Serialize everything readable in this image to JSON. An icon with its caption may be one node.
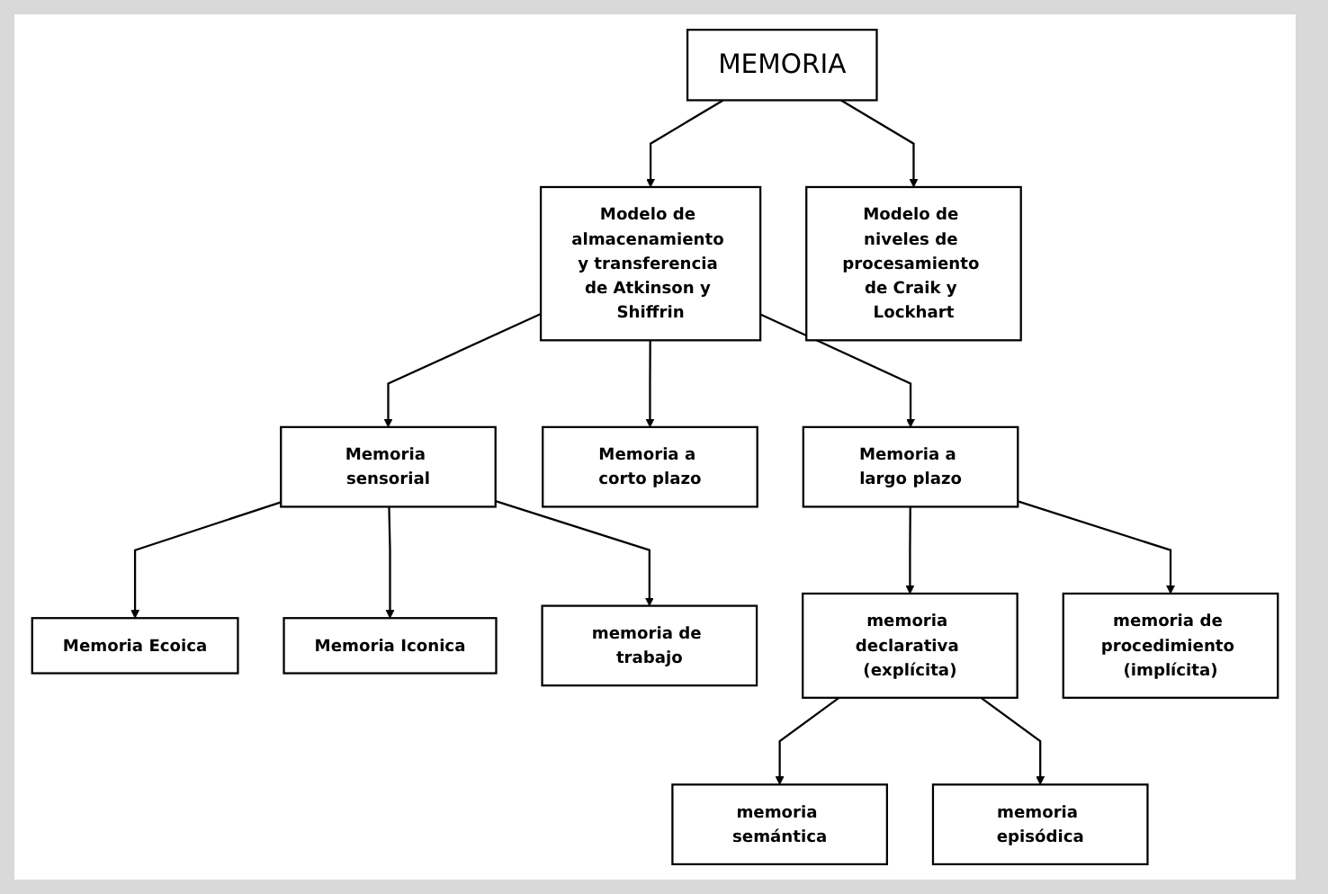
{
  "diagram": {
    "nodes": [
      {
        "text": [
          "MEMORIA"
        ]
      },
      {
        "text": [
          "Modelo de almacenamiento y transferencia de Atkinson y Shiffrin"
        ]
      },
      {
        "text": [
          "Modelo de niveles de procesamiento de Craik y Lockhart"
        ]
      },
      {
        "text": [
          "Memoria sensorial"
        ]
      },
      {
        "text": [
          "Memoria a corto plazo"
        ]
      },
      {
        "text": [
          "Memoria a largo plazo"
        ]
      },
      {
        "text": [
          "Memoria Ecoica"
        ]
      },
      {
        "text": [
          "Memoria Iconica"
        ]
      },
      {
        "text": [
          "memoria de trabajo"
        ]
      },
      {
        "text": [
          "memoria declarativa (explícita)"
        ]
      },
      {
        "text": [
          "memoria de procedimiento (implícita)"
        ]
      },
      {
        "text": [
          "memoria semántica"
        ]
      },
      {
        "text": [
          "memoria episódica"
        ]
      }
    ],
    "edges": [
      {
        "from": 0,
        "to": 1,
        "arrow": "to"
      },
      {
        "from": 0,
        "to": 2,
        "arrow": "to"
      },
      {
        "from": 1,
        "to": 3,
        "arrow": "to"
      },
      {
        "from": 1,
        "to": 4,
        "arrow": "to"
      },
      {
        "from": 1,
        "to": 5,
        "arrow": "to"
      },
      {
        "from": 3,
        "to": 6,
        "arrow": "to"
      },
      {
        "from": 3,
        "to": 7,
        "arrow": "to"
      },
      {
        "from": 3,
        "to": 8,
        "arrow": "to"
      },
      {
        "from": 5,
        "to": 9,
        "arrow": "to"
      },
      {
        "from": 5,
        "to": 10,
        "arrow": "to"
      },
      {
        "from": 9,
        "to": 11,
        "arrow": "to"
      },
      {
        "from": 9,
        "to": 12,
        "arrow": "to"
      }
    ]
  }
}
